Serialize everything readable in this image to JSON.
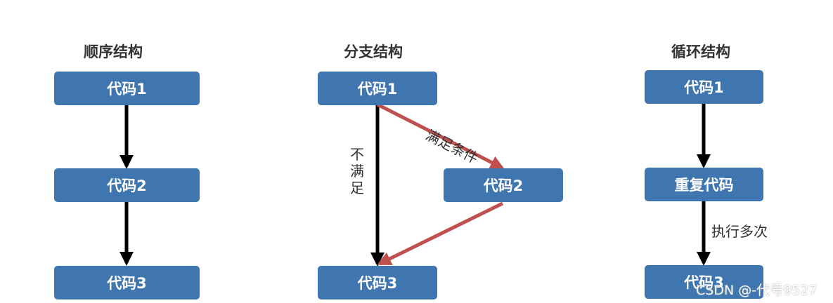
{
  "panels": {
    "sequential": {
      "title": "顺序结构",
      "box1": "代码1",
      "box2": "代码2",
      "box3": "代码3"
    },
    "branch": {
      "title": "分支结构",
      "box1": "代码1",
      "box2": "代码2",
      "box3": "代码3",
      "cond_true": "满足条件",
      "cond_false": "不满足"
    },
    "loop": {
      "title": "循环结构",
      "box1": "代码1",
      "box2": "重复代码",
      "box3": "代码3",
      "repeat_label": "执行多次"
    }
  },
  "watermark": "CSDN @-代号9527",
  "colors": {
    "box": "#3f76b0",
    "arrow": "#000000",
    "branch_arrow": "#c0504d"
  }
}
